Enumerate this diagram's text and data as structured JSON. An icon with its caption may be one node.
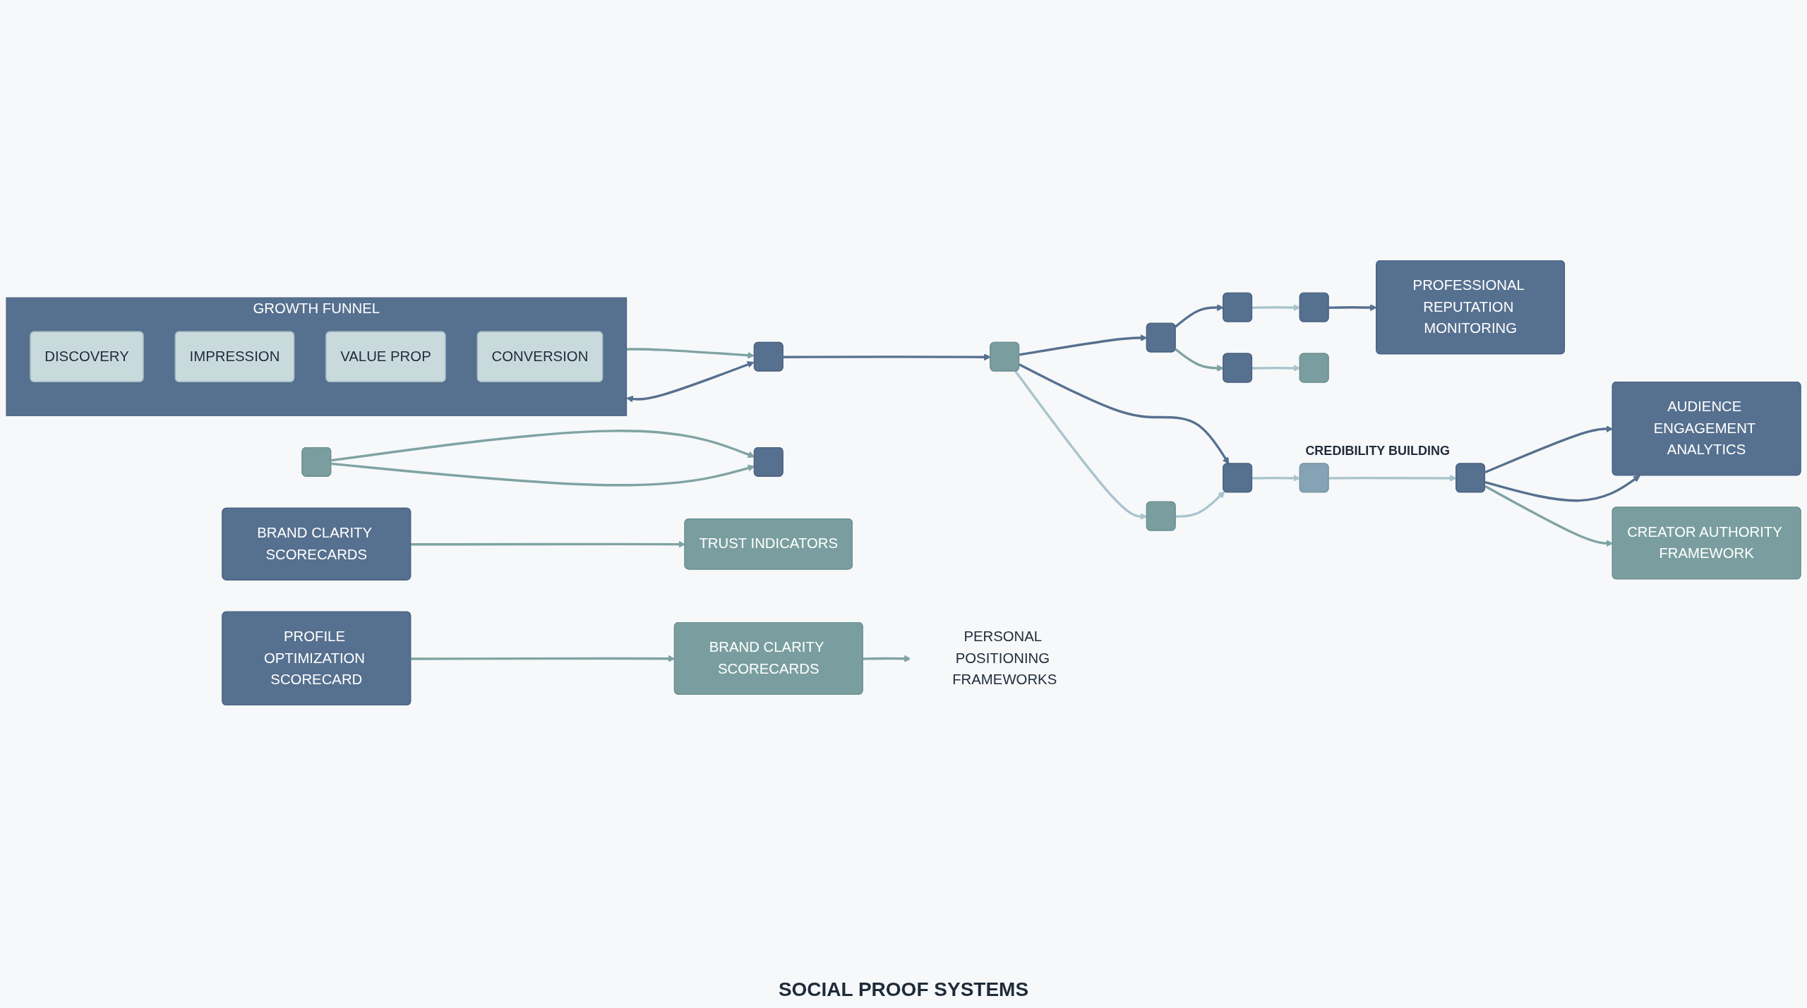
{
  "diagram": {
    "nodes": [
      {
        "text": [
          "PROFILE OPTIMIZATION SCORECARD"
        ]
      },
      {
        "text": [
          "BRAND CLARITY SCORECARDS"
        ]
      },
      {
        "text": [],
        "shape": "box"
      },
      {
        "text": [],
        "shape": "box"
      },
      {
        "text": [
          "AUDIENCE ENGAGEMENT ANALYTICS"
        ]
      },
      {
        "text": [
          "GROWTH FUNNEL"
        ]
      },
      {
        "text": [
          "DISCOVERY"
        ],
        "in": 5
      },
      {
        "text": [
          "IMPRESSION"
        ],
        "in": 5
      },
      {
        "text": [
          "VALUE PROP"
        ],
        "in": 5
      },
      {
        "text": [
          "CONVERSION"
        ],
        "in": 5
      },
      {
        "text": [
          "CREATOR AUTHORITY FRAMEWORK"
        ]
      },
      {
        "text": [
          "BRAND CLARITY SCORECARDS"
        ]
      },
      {
        "text": [
          "TRUST INDICATORS"
        ]
      },
      {
        "text": [
          "PROFESSIONAL REPUTATION MONITORING"
        ]
      },
      {
        "text": [],
        "shape": "box"
      },
      {
        "text": [],
        "shape": "box"
      },
      {
        "text": [],
        "shape": "box"
      },
      {
        "text": [],
        "shape": "box"
      },
      {
        "text": [],
        "shape": "box",
        "beside": [
          "CREDIBILITY BUILDING"
        ]
      },
      {
        "text": [],
        "shape": "box"
      },
      {
        "text": [],
        "shape": "box"
      },
      {
        "text": [],
        "shape": "box"
      },
      {
        "text": [],
        "shape": "box"
      },
      {
        "text": [],
        "shape": "box"
      },
      {
        "text": [],
        "shape": "box"
      },
      {
        "text": [
          "PERSONAL POSITIONING FRAMEWORKS"
        ]
      }
    ],
    "edges": [
      {
        "from": 0,
        "to": 1,
        "arrow": "to",
        "color": "#7fa3a3"
      },
      {
        "from": 1,
        "to": 25,
        "arrow": "to",
        "color": "#7fa3a3"
      },
      {
        "from": 2,
        "to": 3,
        "arrow": "to",
        "color": "#7fa3a3"
      },
      {
        "from": 2,
        "to": 3,
        "arrow": "to",
        "color": "#7fa3a3"
      },
      {
        "from": 5,
        "to": 14,
        "arrow": "to",
        "color": "#7fa3a3"
      },
      {
        "from": 14,
        "to": 5,
        "arrow": "both"
      },
      {
        "from": 14,
        "to": 15,
        "arrow": "to"
      },
      {
        "from": 15,
        "to": 16,
        "arrow": "to"
      },
      {
        "from": 15,
        "to": 17,
        "arrow": "to",
        "color": "#a9c4cc"
      },
      {
        "from": 15,
        "to": 20,
        "arrow": "to"
      },
      {
        "from": 17,
        "to": 16,
        "arrow": "to",
        "color": "#a9c4cc"
      },
      {
        "from": 16,
        "to": 18,
        "arrow": "to",
        "color": "#a9c4cc"
      },
      {
        "from": 18,
        "to": 19,
        "arrow": "to",
        "color": "#a9c4cc"
      },
      {
        "from": 19,
        "to": 4,
        "arrow": "to"
      },
      {
        "from": 19,
        "to": 4,
        "arrow": "to"
      },
      {
        "from": 19,
        "to": 10,
        "arrow": "to",
        "color": "#7fa3a3"
      },
      {
        "from": 20,
        "to": 21,
        "arrow": "to",
        "color": "#7fa3a3"
      },
      {
        "from": 20,
        "to": 23,
        "arrow": "to"
      },
      {
        "from": 21,
        "to": 22,
        "arrow": "to",
        "color": "#a9c4cc"
      },
      {
        "from": 23,
        "to": 24,
        "arrow": "to",
        "color": "#a9c4cc"
      },
      {
        "from": 24,
        "to": 13,
        "arrow": "to"
      },
      {
        "from": 11,
        "to": 12,
        "arrow": "to",
        "color": "#7fa3a3"
      }
    ],
    "labels": [
      "SOCIAL PROOF SYSTEMS"
    ]
  }
}
